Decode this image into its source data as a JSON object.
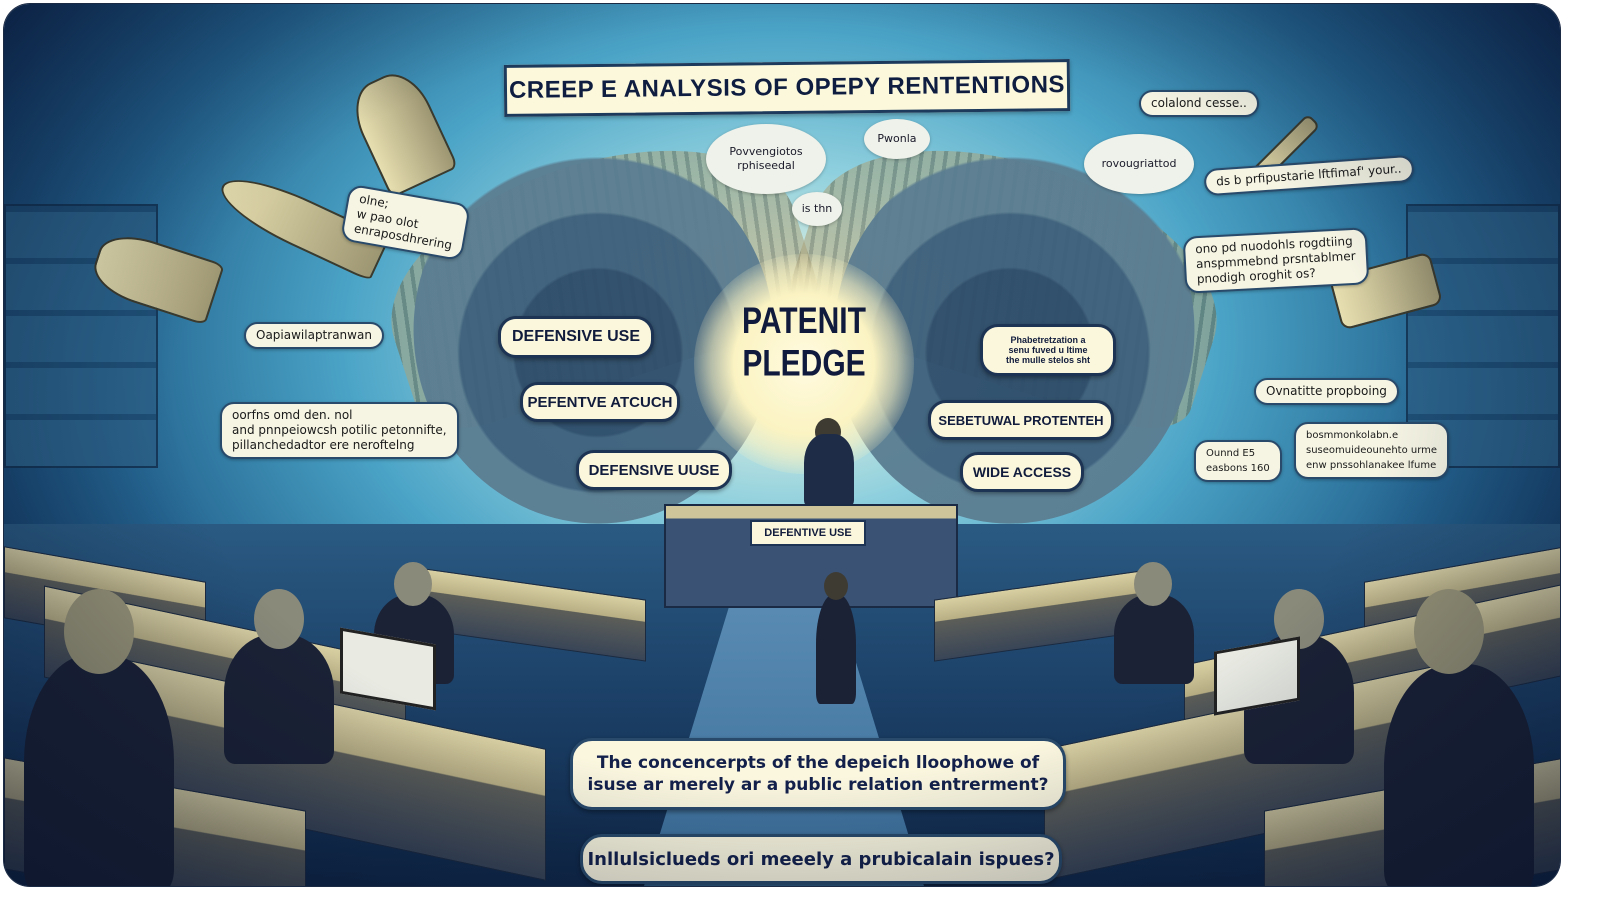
{
  "illustration": {
    "title": "CREEP E ANALYSIS OF OPEPY RENTENTIONS",
    "center_label": {
      "line1": "PATENIT",
      "line2": "PLEDGE"
    },
    "left_pills": [
      "DEFENSIVE USE",
      "PEFENTVE ATCUCH",
      "DEFENSIVE UUSE"
    ],
    "right_pills": [
      "SEBETUWAL PROTENTEH",
      "WIDE ACCESS"
    ],
    "right_small_pill": "Phabetretzation a\nsenu fuved u Itime\nthe mulle stelos sht",
    "bench_label": "DEFENTIVE USE",
    "clouds": [
      "Povvengiotos\nrphiseedal",
      "Pwonla",
      "is thn",
      "rovougriattod"
    ],
    "bubbles": {
      "top_right_small": "colalond cesse..",
      "top_right_long": "ds  b prfipustarie lftfimaf' your..",
      "right_three_line": "ono pd nuodohls rogdtiing\nanspmmebnd prsntablmer\npnodigh oroghit os?",
      "left_three_line": "olne;\nw pao olot\nenraposdhrering",
      "left_single": "Oapiawilaptranwan",
      "left_long": "oorfns omd den.     nol\nand pnnpeiowcsh  potilic petonnifte,\npillanchedadtor ere neroftelng",
      "right_single": "Ovnatitte propboing",
      "right_long": "bosmmonkolabn.e\nsuseomuideounehto urme\nenw pnssohlanakee lfume",
      "right_small_two": "Ounnd E5\neasbons 160"
    },
    "questions": {
      "main": "The concencerpts of  the depeich lloophowe of\nisuse ar merely ar  a public relation entrerment?",
      "secondary": "Inllulsiclueds ori meeely a prubicalain ispues?"
    },
    "colors": {
      "background_deep": "#0a1a3a",
      "background_mid": "#23628e",
      "background_light": "#8fd0de",
      "glow": "#fbf3c2",
      "label_fill": "#fbf7dc",
      "label_text": "#111c3c",
      "label_border": "#1d3454"
    }
  }
}
